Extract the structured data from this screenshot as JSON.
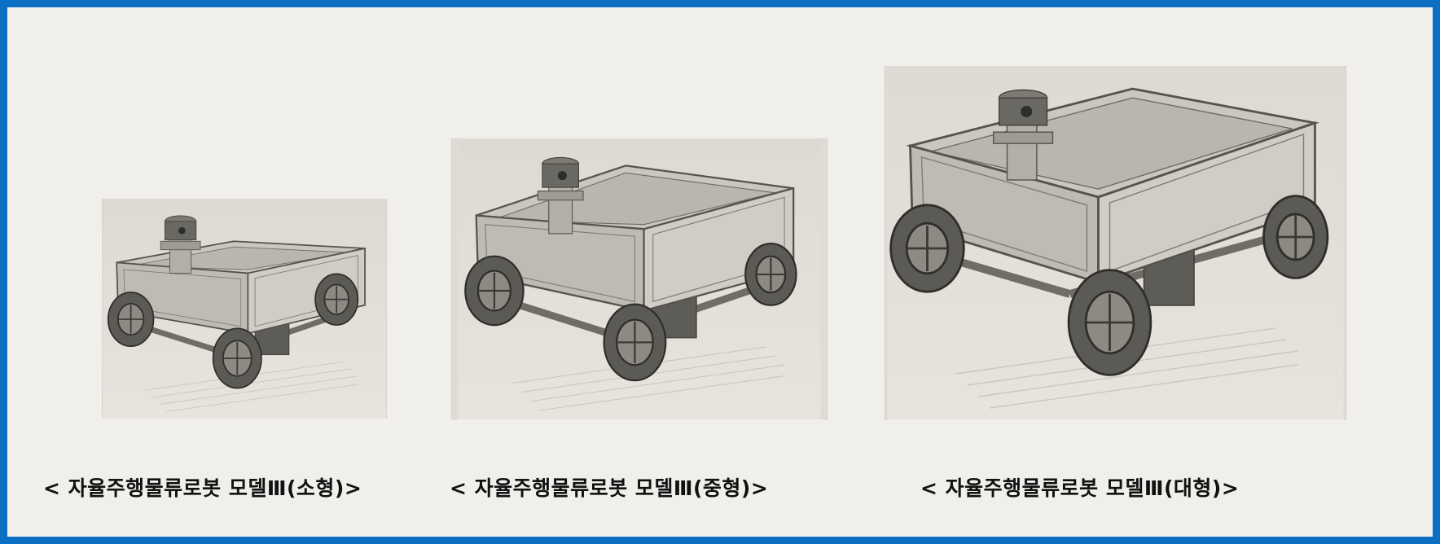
{
  "figures": [
    {
      "caption": "< 자율주행물류로봇 모델Ⅲ(소형)>",
      "image": "robot-wagon-small"
    },
    {
      "caption": "< 자율주행물류로봇 모델Ⅲ(중형)>",
      "image": "robot-wagon-medium"
    },
    {
      "caption": "< 자율주행물류로봇 모델Ⅲ(대형)>",
      "image": "robot-wagon-large"
    }
  ],
  "colors": {
    "border": "#0b6fc4",
    "background": "#f0efeb",
    "panel": "#dedcd4",
    "text": "#111111"
  }
}
